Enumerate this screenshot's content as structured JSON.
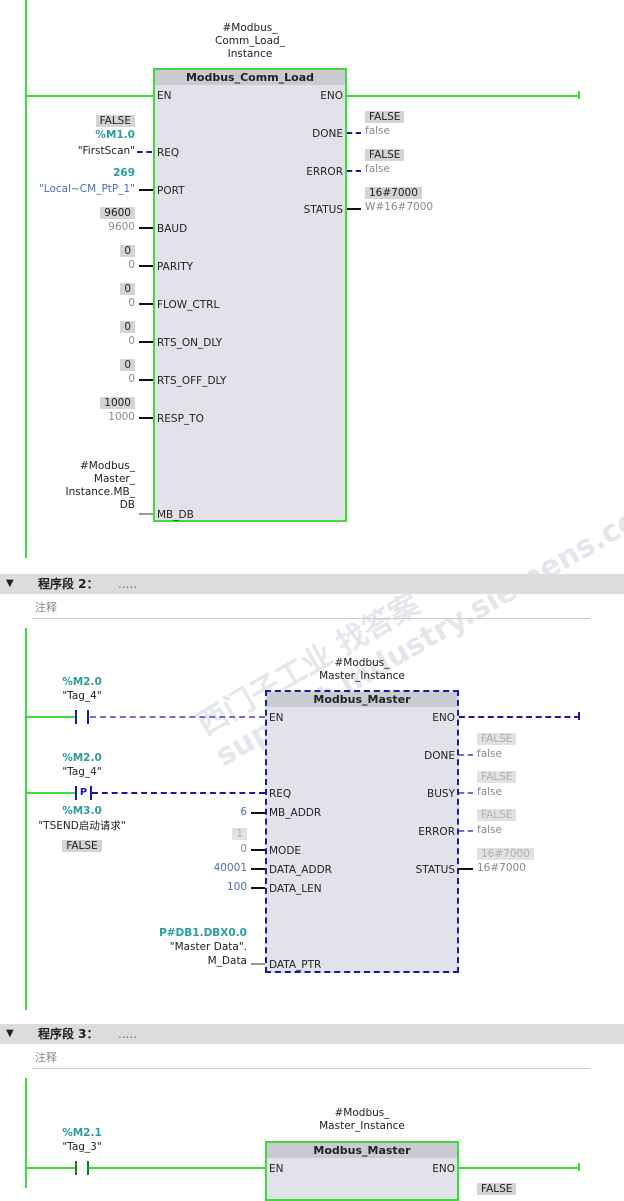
{
  "network1": {
    "instance": [
      "#Modbus_",
      "Comm_Load_",
      "Instance"
    ],
    "block_title": "Modbus_Comm_Load",
    "inputs": {
      "en": "EN",
      "req": "REQ",
      "port": "PORT",
      "baud": "BAUD",
      "parity": "PARITY",
      "flow": "FLOW_CTRL",
      "rtson": "RTS_ON_DLY",
      "rtsoff": "RTS_OFF_DLY",
      "resp": "RESP_TO",
      "mbdb": "MB_DB"
    },
    "outputs": {
      "eno": "ENO",
      "done": "DONE",
      "error": "ERROR",
      "status": "STATUS"
    },
    "req": {
      "monitor": "FALSE",
      "address": "%M1.0",
      "tag": "\"FirstScan\""
    },
    "port": {
      "address": "269",
      "tag": "\"Local~CM_PtP_1\""
    },
    "baud": {
      "monitor": "9600",
      "value": "9600"
    },
    "parity": {
      "monitor": "0",
      "value": "0"
    },
    "flow": {
      "monitor": "0",
      "value": "0"
    },
    "rtson": {
      "monitor": "0",
      "value": "0"
    },
    "rtsoff": {
      "monitor": "0",
      "value": "0"
    },
    "resp": {
      "monitor": "1000",
      "value": "1000"
    },
    "mbdb": [
      "#Modbus_",
      "Master_",
      "Instance.MB_",
      "DB"
    ],
    "done": {
      "monitor": "FALSE",
      "value": "false"
    },
    "error": {
      "monitor": "FALSE",
      "value": "false"
    },
    "status": {
      "monitor": "16#7000",
      "value": "W#16#7000"
    }
  },
  "network2": {
    "header": "程序段 2：",
    "dots": ".....",
    "comment": "注释",
    "instance": [
      "#Modbus_",
      "Master_Instance"
    ],
    "block_title": "Modbus_Master",
    "contact1": {
      "address": "%M2.0",
      "tag": "\"Tag_4\""
    },
    "contact2": {
      "address": "%M2.0",
      "tag": "\"Tag_4\"",
      "symbol": "P",
      "edge_address": "%M3.0",
      "edge_tag": "\"TSEND启动请求\"",
      "edge_monitor": "FALSE"
    },
    "inputs": {
      "en": "EN",
      "req": "REQ",
      "mbaddr": "MB_ADDR",
      "mode": "MODE",
      "dataaddr": "DATA_ADDR",
      "datalen": "DATA_LEN",
      "dataptr": "DATA_PTR"
    },
    "outputs": {
      "eno": "ENO",
      "done": "DONE",
      "busy": "BUSY",
      "error": "ERROR",
      "status": "STATUS"
    },
    "mbaddr": "6",
    "mode": {
      "monitor": "1",
      "value": "0"
    },
    "dataaddr": "40001",
    "datalen": "100",
    "dataptr": {
      "address": "P#DB1.DBX0.0",
      "tag1": "\"Master Data\".",
      "tag2": "M_Data"
    },
    "done": {
      "monitor": "FALSE",
      "value": "false"
    },
    "busy": {
      "monitor": "FALSE",
      "value": "false"
    },
    "error": {
      "monitor": "FALSE",
      "value": "false"
    },
    "status": {
      "monitor": "16#7000",
      "value": "16#7000"
    }
  },
  "network3": {
    "header": "程序段 3：",
    "dots": ".....",
    "comment": "注释",
    "instance": [
      "#Modbus_",
      "Master_Instance"
    ],
    "block_title": "Modbus_Master",
    "contact1": {
      "address": "%M2.1",
      "tag": "\"Tag_3\""
    },
    "inputs": {
      "en": "EN"
    },
    "outputs": {
      "eno": "ENO"
    },
    "partial_monitor": "FALSE"
  },
  "watermark": "西门子工业 找答案 support.industry.siemens.com/cs"
}
